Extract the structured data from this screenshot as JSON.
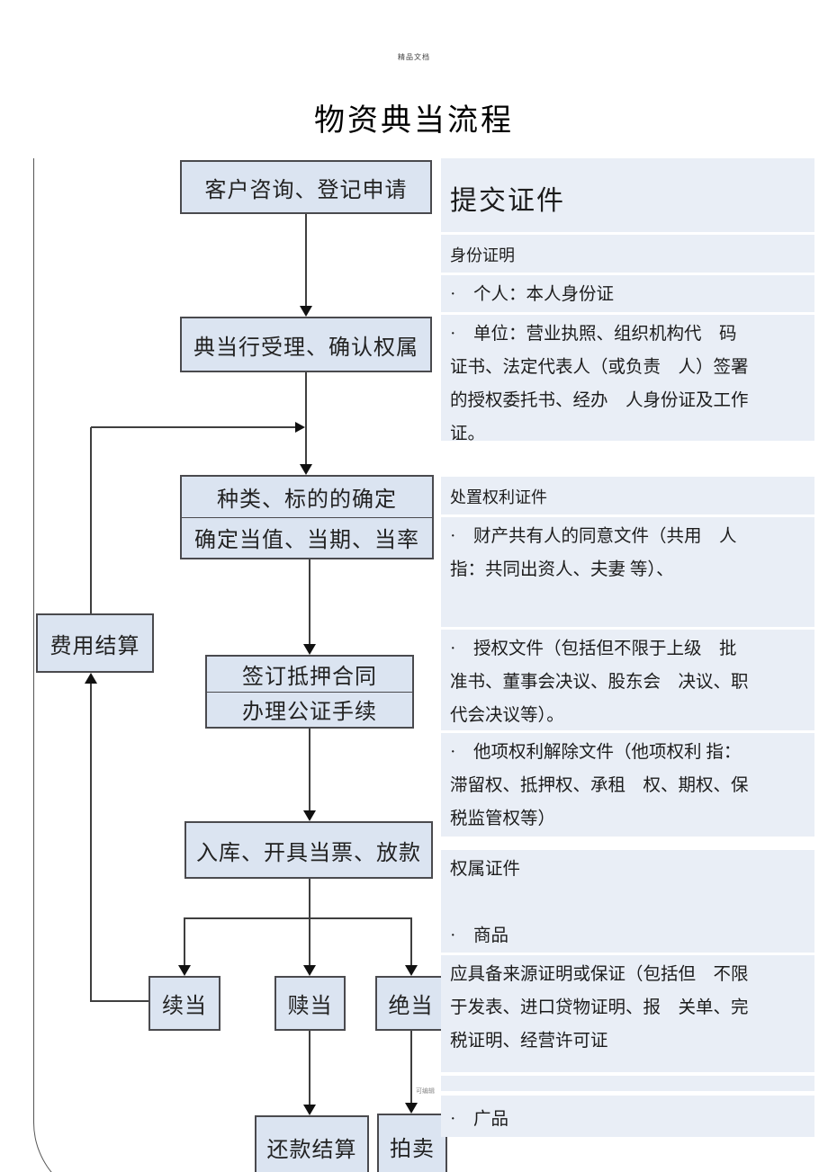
{
  "page": {
    "watermark_top": "精品文档",
    "watermark_mid": "可编辑",
    "title": "物资典当流程"
  },
  "colors": {
    "box_fill": "#dbe4f1",
    "panel_fill": "#e9eef6",
    "line_color": "#3f3f3f",
    "box_border": "#4a4a4e"
  },
  "flowchart": {
    "step1": "客户咨询、登记申请",
    "step2": "典当行受理、确认权属",
    "step3a": "种类、标的的确定",
    "step3b": "确定当值、当期、当率",
    "step4a": "签订抵押合同",
    "step4b": "办理公证手续",
    "step5": "入库、开具当票、放款",
    "fee": "费用结算",
    "renew": "续当",
    "redeem": "赎当",
    "forfeit": "绝当",
    "repay": "还款结算",
    "auction": "拍卖"
  },
  "panels": {
    "submit": {
      "heading": "提交证件",
      "subheading": "身份证明",
      "bullet_personal": "·　个人：本人身份证",
      "bullet_company": "·　单位：营业执照、组织机构代　码\n证书、法定代表人（或负责　人）签署\n的授权委托书、经办　人身份证及工作\n证。"
    },
    "disposal": {
      "heading": "处置权利证件",
      "bullet_coowner": "·　财产共有人的同意文件（共用　人\n指：共同出资人、夫妻 等）、",
      "bullet_authorization": "·　授权文件（包括但不限于上级　批\n准书、董事会决议、股东会　决议、职\n代会决议等）。",
      "bullet_release": "·　他项权利解除文件（他项权利 指：\n滞留权、抵押权、承租　权、期权、保\n税监管权等）"
    },
    "ownership": {
      "heading_block": "权属证件\n\n·　商品",
      "body_source": " 应具备来源证明或保证（包括但　不限\n于发表、进口贷物证明、报　关单、完\n税证明、经营许可证",
      "bullet_product": "·　广品"
    }
  }
}
